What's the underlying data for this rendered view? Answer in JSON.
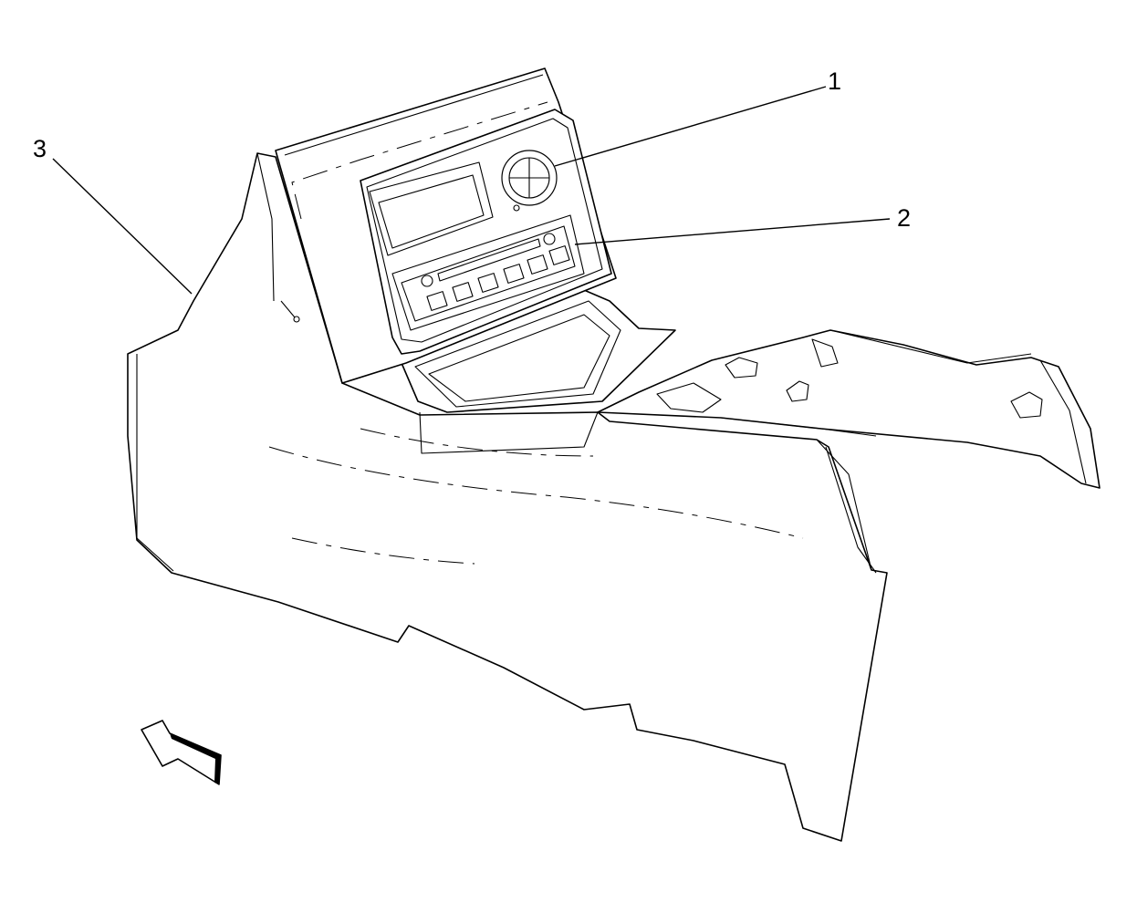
{
  "callouts": {
    "c1": "1",
    "c2": "2",
    "c3": "3"
  },
  "colors": {
    "line": "#000000",
    "background": "#ffffff"
  },
  "icons": [
    "direction-arrow-icon"
  ]
}
